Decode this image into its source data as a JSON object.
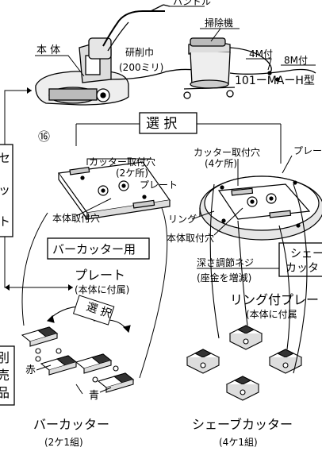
{
  "labels": {
    "handle": "ハンドル",
    "main_body": "本 体",
    "grinding_width": "研削巾",
    "grinding_width_mm": "(200ミリ)",
    "cleaner": "掃除機",
    "cable_4m": "4M付",
    "cable_8m": "8M付",
    "model": "101ーMAーH型",
    "circled_16": "⑯",
    "select": "選 択",
    "left_box_char_1": "セ",
    "left_box_char_2": "ッ",
    "left_box_char_3": "ト",
    "cutter_holes_2": "カッター取付穴",
    "cutter_holes_2_count": "(2ケ所)",
    "plate_label_1": "プレート",
    "body_holes_left": "本体取付穴",
    "ring": "リング",
    "cutter_holes_4": "カッター取付穴",
    "cutter_holes_4_count": "(4ケ所)",
    "plate_label_2": "プレート",
    "body_holes_right": "本体取付穴",
    "bar_cutter_use": "バーカッター用",
    "depth_screw": "深さ調節ネジ",
    "washer_note": "(座金を増減)",
    "shave_cutter_box": "シェー",
    "shave_cutter_box_2": "カッタ",
    "plate_title": "プレート",
    "plate_note": "(本体に付属)",
    "ring_plate": "リング付プレー",
    "ring_plate_note": "(本体に付属",
    "select_small": "選 択",
    "red": "赤",
    "blue": "青",
    "right_box_1": "別",
    "right_box_2": "売",
    "right_box_3": "品",
    "bar_cutter": "バーカッター",
    "bar_cutter_set": "(2ケ1組)",
    "shave_cutter": "シェーブカッター",
    "shave_cutter_set": "(4ケ1組)"
  }
}
